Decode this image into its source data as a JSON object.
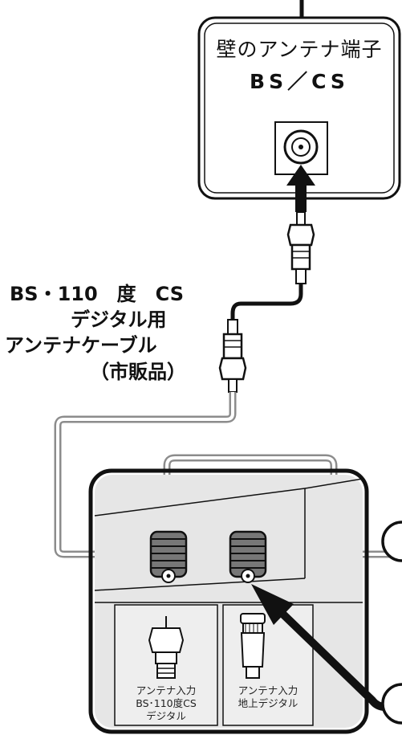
{
  "wall_terminal": {
    "title": "壁のアンテナ端子",
    "type": "BS／CS"
  },
  "cable_label": {
    "line1": "BS・110　度　CS",
    "line2": "デジタル用",
    "line3": "アンテナケーブル",
    "line4": "（市販品）"
  },
  "panel": {
    "port_left_label_line1": "アンテナ入力",
    "port_left_label_line2": "BS･110度CS",
    "port_left_label_line3": "デジタル",
    "port_right_label_line1": "アンテナ入力",
    "port_right_label_line2": "地上デジタル"
  },
  "colors": {
    "line": "#111111",
    "panel_bg": "#e6e6e6",
    "arrow_gray": "#8c8c8c"
  }
}
